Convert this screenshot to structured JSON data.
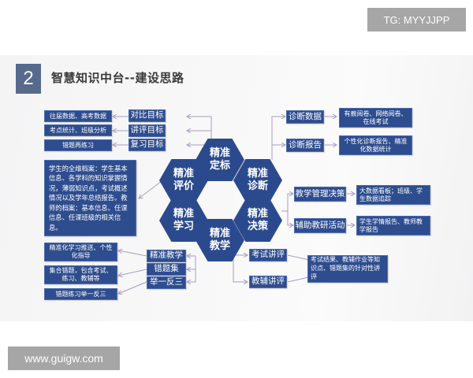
{
  "watermarks": {
    "top": "TG: MYYJJPP",
    "bottom": "www.guigw.com"
  },
  "header": {
    "number": "2",
    "title": "智慧知识中台--建设思路"
  },
  "colors": {
    "box": "#2e4d8f",
    "hex": "#2b4a8e",
    "badge": "#586a8c",
    "connector": "#a99cbf"
  },
  "hexagons": {
    "dingbiao": "精准\n定标",
    "pingjia": "精准\n评价",
    "zhenduan": "精准\n诊断",
    "xuexi": "精准\n学习",
    "juece": "精准\n决策",
    "jiaoxue": "精准\n教学"
  },
  "dingbiao_branch": {
    "items": [
      {
        "label": "对比目标",
        "detail": "往届数据、高考数据"
      },
      {
        "label": "讲评目标",
        "detail": "考点统计、班级分析"
      },
      {
        "label": "复习目标",
        "detail": "错题再练习"
      }
    ]
  },
  "pingjia_branch": {
    "detail": "学生的全维档案：学生基本信息、各学科的知识掌握情况，薄弱知识点，考试概述情况以及学年总结报告。教师的档案：基本信息、任课信息、任课班级的相关信息。"
  },
  "xuexi_branch": {
    "items": [
      {
        "label": "精准教学",
        "detail": "精准化学习推送、个性化指导"
      },
      {
        "label": "错题集",
        "detail": "集合错题，包含考试、练习、教辅等"
      },
      {
        "label": "举一反三",
        "detail": "错题练习举一反三"
      }
    ]
  },
  "zhenduan_branch": {
    "items": [
      {
        "label": "诊断数据",
        "detail": "有痕阅卷、网络阅卷、在线考试"
      },
      {
        "label": "诊断报告",
        "detail": "个性化诊断报告、精准化数据统计"
      }
    ]
  },
  "juece_branch": {
    "items": [
      {
        "label": "教学管理决策",
        "detail": "大数据看板；班级、学生数据追踪"
      },
      {
        "label": "辅助教研活动",
        "detail": "学生学情报告、教师教学报告"
      }
    ]
  },
  "jiaoxue_branch": {
    "items": [
      {
        "label": "考试讲评"
      },
      {
        "label": "教辅讲评"
      }
    ],
    "detail": "考试结果、教辅作业等知识点、错题集的针对性讲评"
  }
}
